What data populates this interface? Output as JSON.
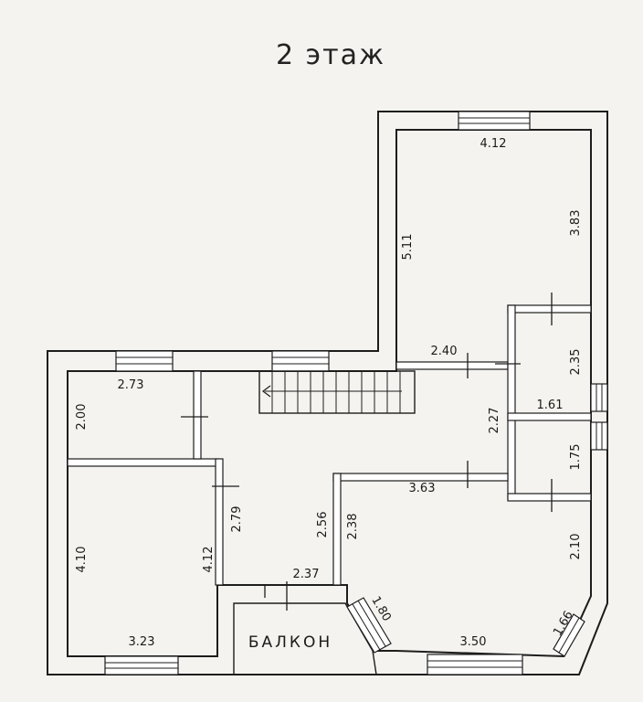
{
  "title": "2 этаж",
  "balcony_label": "БАЛКОН",
  "dimensions": {
    "d412_top": "4.12",
    "d511": "5.11",
    "d383": "3.83",
    "d240": "2.40",
    "d235": "2.35",
    "d273": "2.73",
    "d200": "2.00",
    "d227": "2.27",
    "d161": "1.61",
    "d175": "1.75",
    "d363": "3.63",
    "d279": "2.79",
    "d256": "2.56",
    "d238": "2.38",
    "d410": "4.10",
    "d412_left": "4.12",
    "d237": "2.37",
    "d210": "2.10",
    "d180": "1.80",
    "d166": "1.66",
    "d323": "3.23",
    "d350": "3.50"
  }
}
